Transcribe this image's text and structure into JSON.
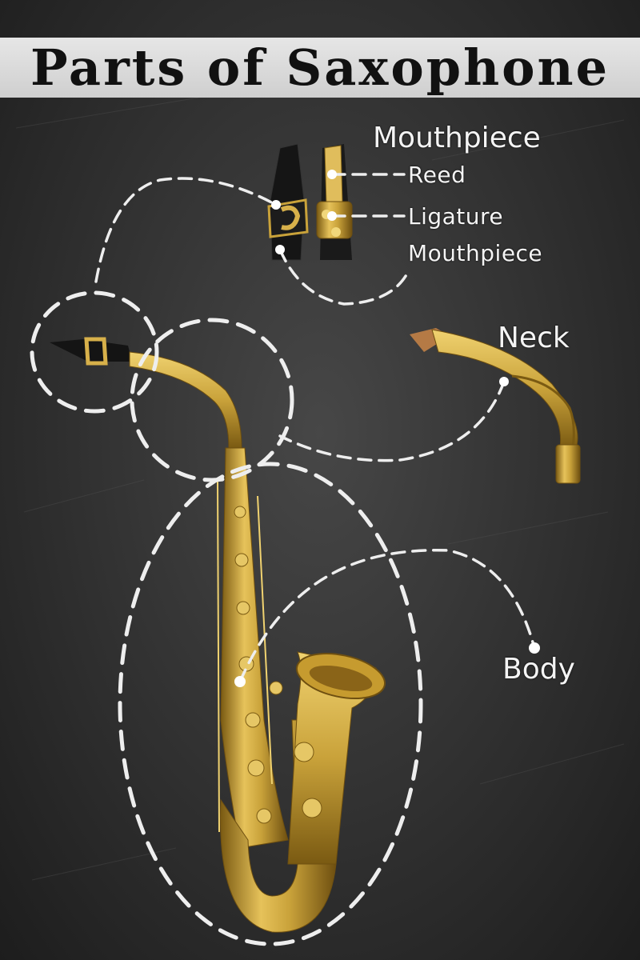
{
  "title": "Parts of Saxophone",
  "labels": {
    "mouthpiece_group": "Mouthpiece",
    "reed": "Reed",
    "ligature": "Ligature",
    "mouthpiece": "Mouthpiece",
    "neck": "Neck",
    "body": "Body"
  },
  "colors": {
    "background": "#2b2b2b",
    "brass": "#c9a23a",
    "label": "#f4f4f4",
    "title_bar": "#d9d9d9"
  }
}
